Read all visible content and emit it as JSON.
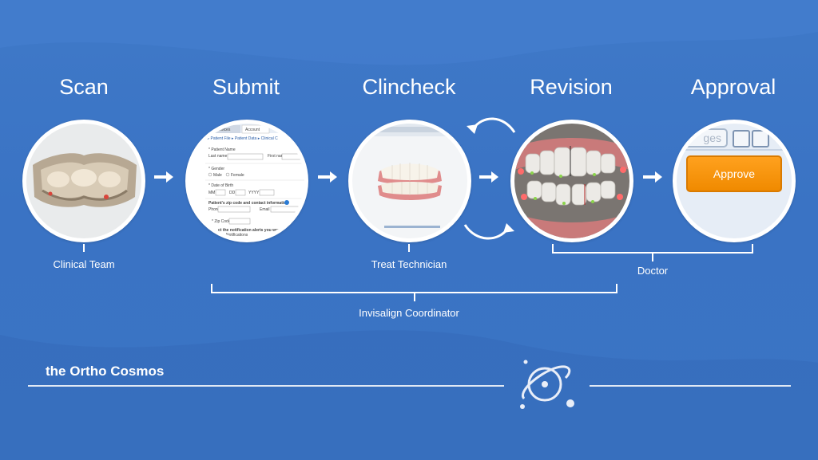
{
  "stages": [
    {
      "title": "Scan"
    },
    {
      "title": "Submit"
    },
    {
      "title": "Clincheck"
    },
    {
      "title": "Revision"
    },
    {
      "title": "Approval"
    }
  ],
  "roles": {
    "clinical_team": "Clinical Team",
    "treat_technician": "Treat Technician",
    "doctor": "Doctor",
    "invisalign_coordinator": "Invisalign Coordinator"
  },
  "submit_form": {
    "tabs": [
      "Invoices",
      "Account"
    ],
    "breadcrumb": "ient List ▸ Patient File ▸ Patient Data ▸ Clinical C",
    "patient_name": "* Patient Name",
    "last_name": "Last name",
    "first_name": "First name",
    "gender": "* Gender",
    "male": "Male",
    "female": "Female",
    "dob": "* Date of Birth",
    "mm": "MM",
    "dd": "DD",
    "yyyy": "YYYY",
    "zip_contact": "Patient's zip code and contact information",
    "phone": "Phone",
    "email": "Email",
    "zip": "* Zip Code",
    "notify": "ct the notification alerts you would like to",
    "notifications": "Notifications"
  },
  "approval_ui": {
    "tab_label": "ges",
    "approve_label": "Approve"
  },
  "brand": "the Ortho Cosmos",
  "colors": {
    "background": "#3a73c4",
    "approve": "#f5930c",
    "text": "#ffffff"
  }
}
